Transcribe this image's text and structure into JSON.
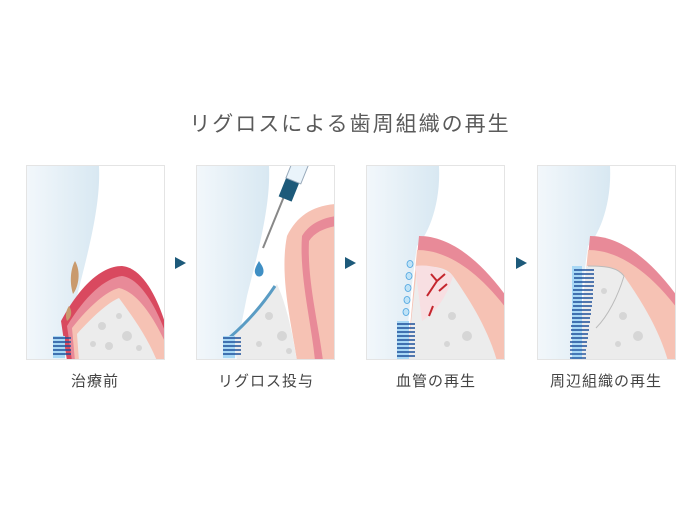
{
  "title": "リグロスによる歯周組織の再生",
  "steps": [
    {
      "label": "治療前",
      "illustration": "periodontal-defect"
    },
    {
      "label": "リグロス投与",
      "illustration": "rigros-injection"
    },
    {
      "label": "血管の再生",
      "illustration": "blood-vessel-regeneration"
    },
    {
      "label": "周辺組織の再生",
      "illustration": "tissue-regeneration"
    }
  ],
  "arrows": [
    "next-arrow",
    "next-arrow",
    "next-arrow"
  ],
  "colors": {
    "arrow": "#1d5a7a",
    "tooth": "#e6f1f8",
    "gum_outer": "#e07a8a",
    "gum_inner": "#f6c2b4",
    "bone": "#eeeeee",
    "ligament": "#4aa3e0",
    "vessel": "#c4262e"
  }
}
